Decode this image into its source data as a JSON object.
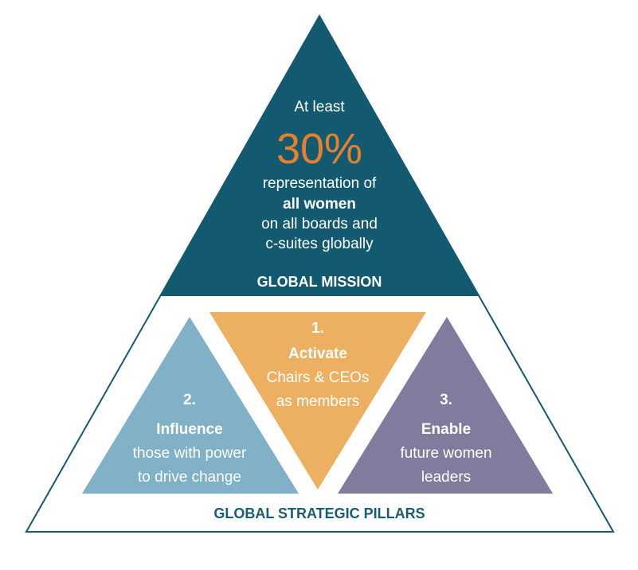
{
  "colors": {
    "mission": "#135a70",
    "accent": "#e6802a",
    "pillar_influence": "#80b1c6",
    "pillar_activate": "#edb062",
    "pillar_enable": "#7f7c9d",
    "pillars_title": "#1a5d72"
  },
  "mission": {
    "line1": "At least",
    "percent": "30%",
    "line2": "representation of",
    "line3": "all women",
    "line4": "on all boards and",
    "line5": "c-suites globally",
    "title": "GLOBAL MISSION"
  },
  "pillars": [
    {
      "number": "1.",
      "name": "Activate",
      "line1": "Chairs & CEOs",
      "line2": "as members"
    },
    {
      "number": "2.",
      "name": "Influence",
      "line1": "those with power",
      "line2": "to drive change"
    },
    {
      "number": "3.",
      "name": "Enable",
      "line1": "future women",
      "line2": "leaders"
    }
  ],
  "pillars_title": "GLOBAL STRATEGIC PILLARS"
}
